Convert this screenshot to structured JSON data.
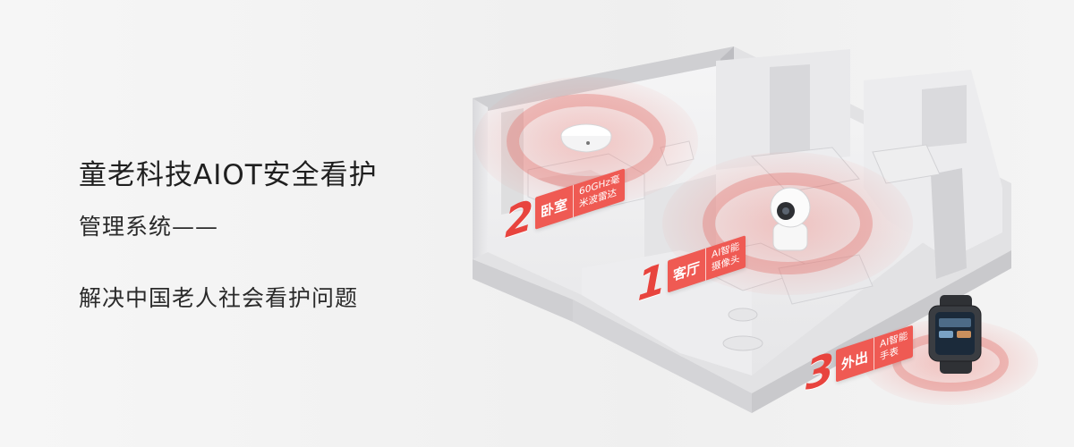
{
  "headline": "童老科技AIOT安全看护",
  "subline": "管理系统——",
  "description": "解决中国老人社会看护问题",
  "tags": [
    {
      "number": "2",
      "room": "卧室",
      "device_line1": "60GHz毫",
      "device_line2": "米波雷达"
    },
    {
      "number": "1",
      "room": "客厅",
      "device_line1": "AI智能",
      "device_line2": "摄像头"
    },
    {
      "number": "3",
      "room": "外出",
      "device_line1": "AI智能",
      "device_line2": "手表"
    }
  ],
  "colors": {
    "accent": "#ef5a53",
    "accent_number": "#e8443e",
    "text": "#1f1f1f"
  }
}
